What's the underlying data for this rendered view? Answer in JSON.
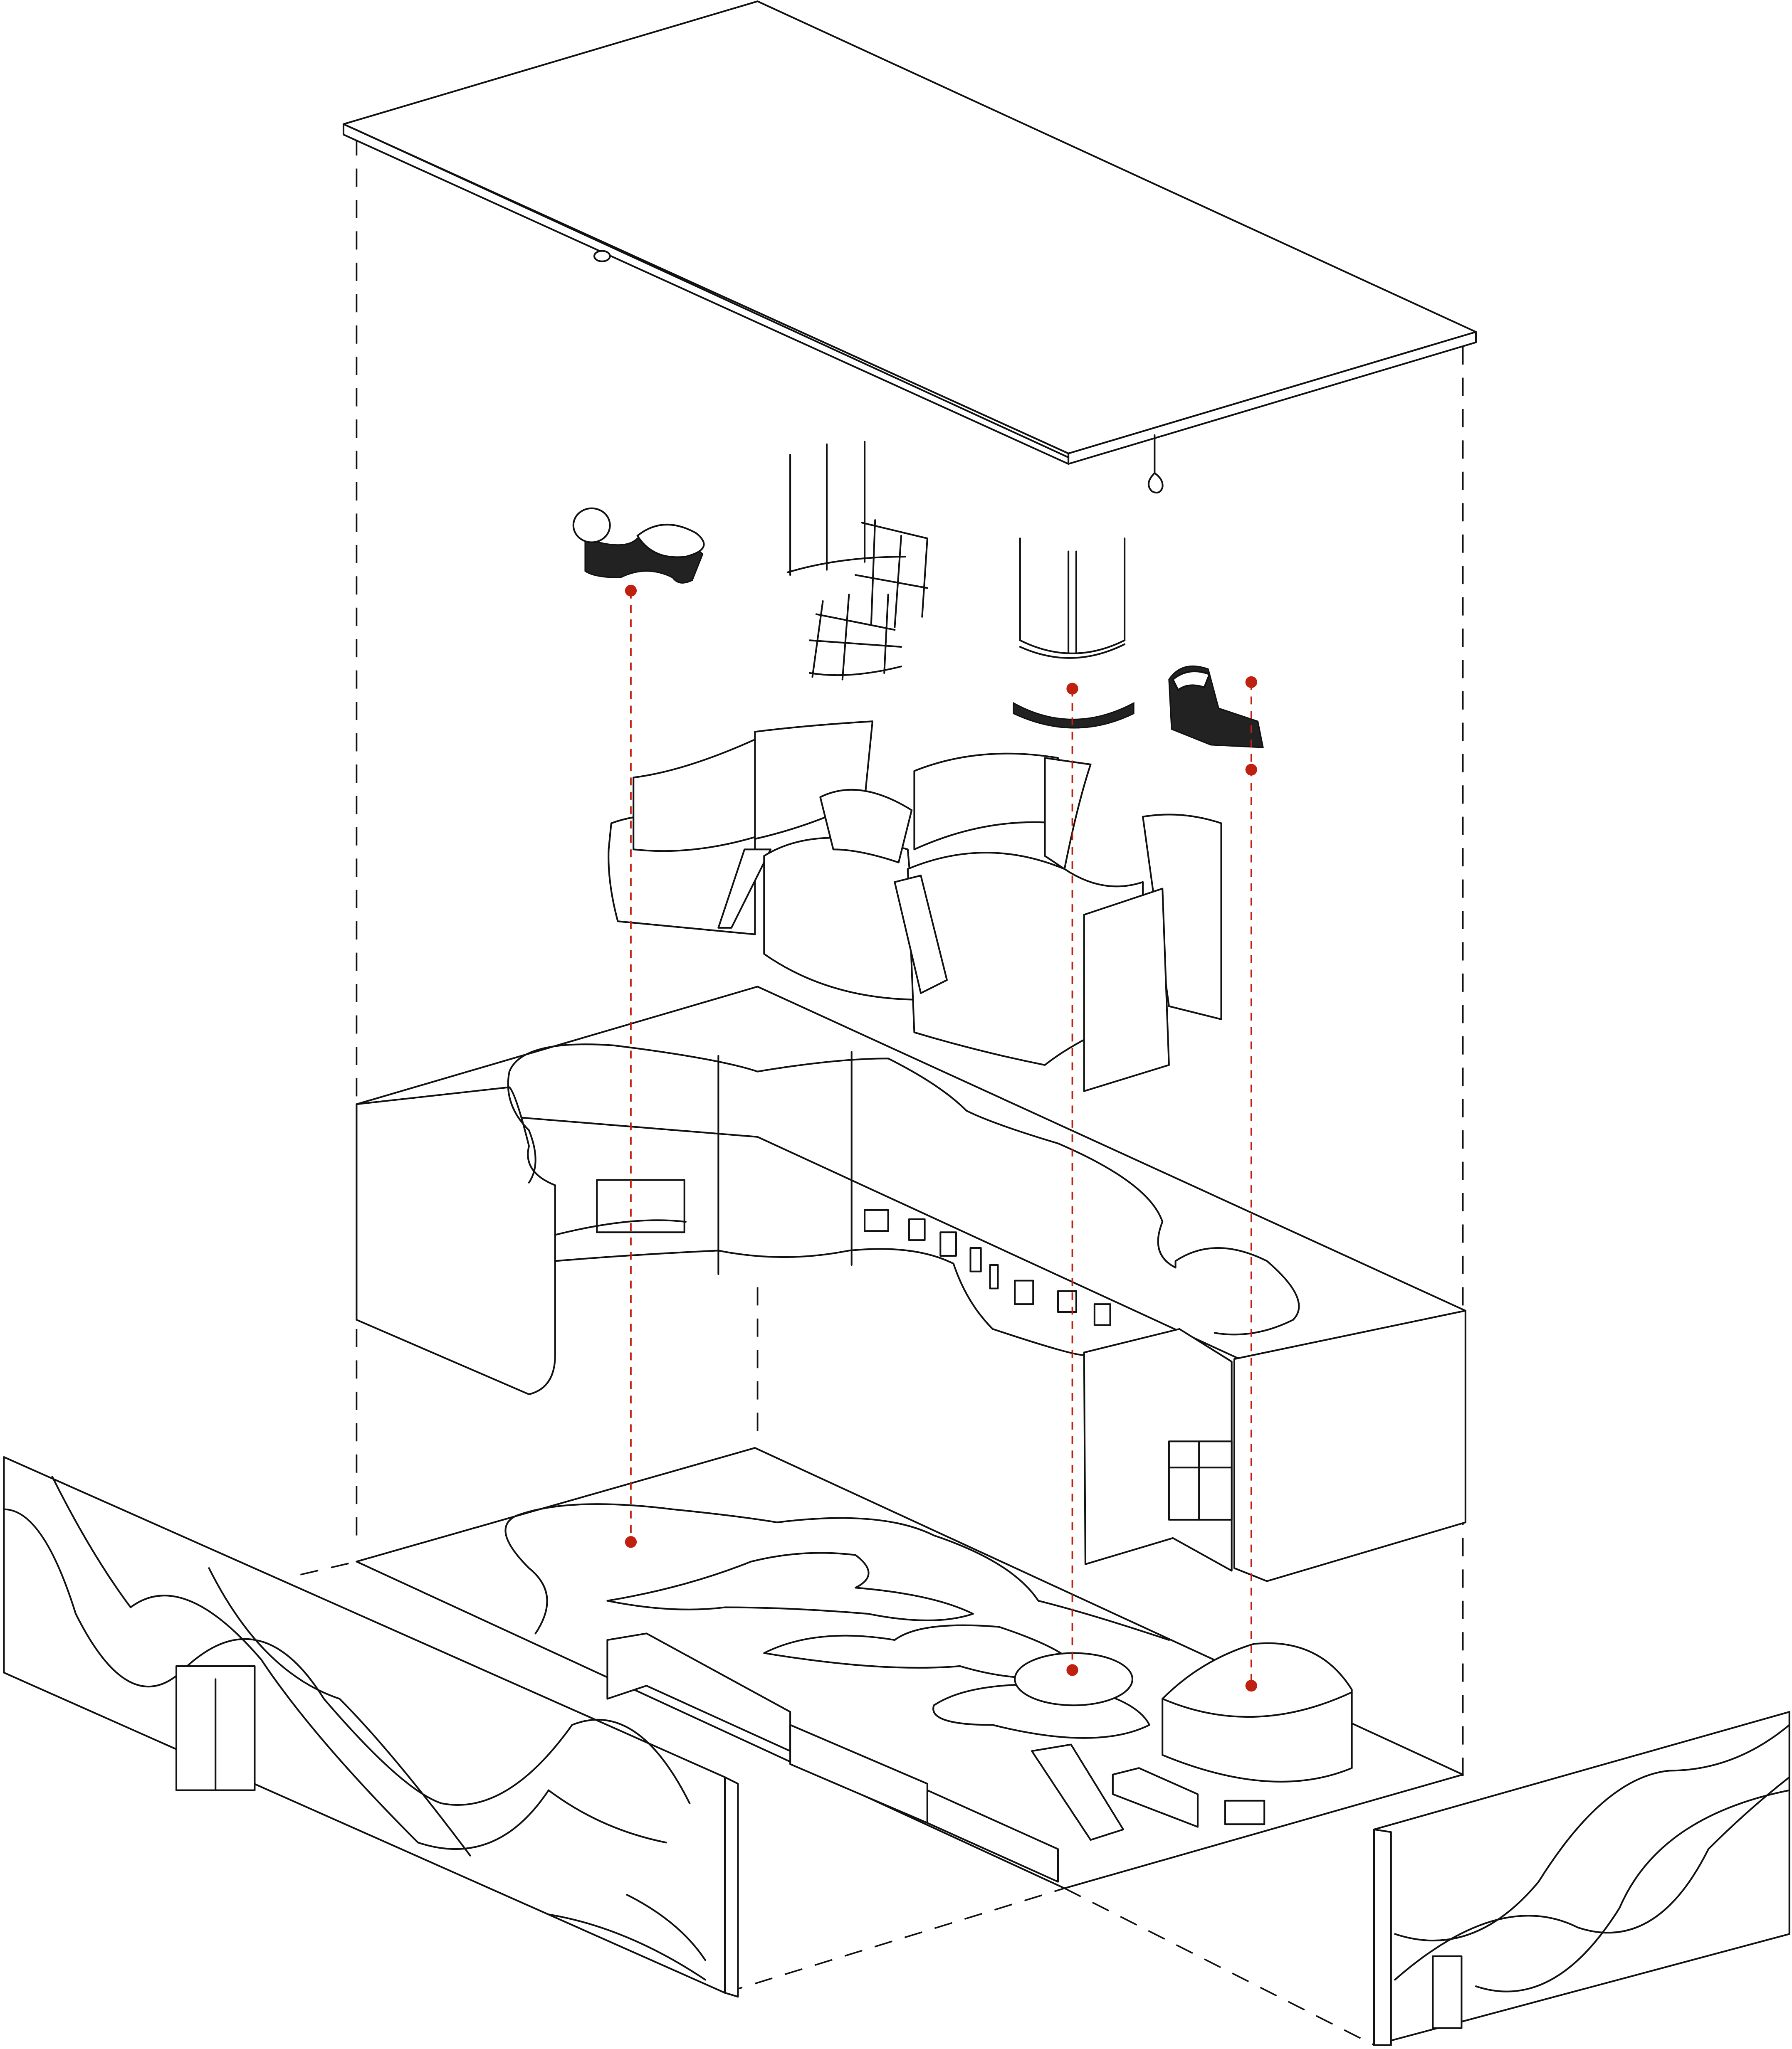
{
  "diagram": {
    "type": "exploded-axonometric",
    "layers": [
      "roof-slab",
      "ceiling-fixtures",
      "curved-partitions",
      "wall-shell",
      "floor-plan",
      "left-elevation",
      "right-elevation"
    ],
    "colors": {
      "line": "#111111",
      "alignment": "#c0200f",
      "background": "#ffffff"
    }
  }
}
